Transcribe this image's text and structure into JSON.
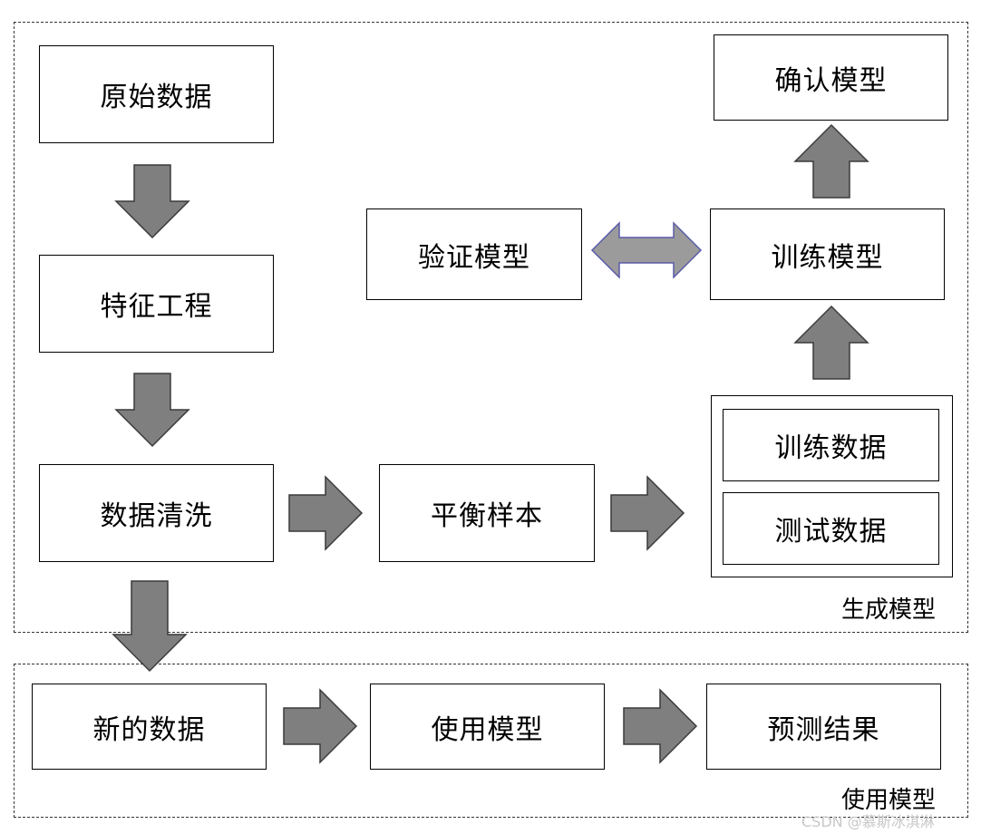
{
  "groups": {
    "generate": {
      "label": "生成模型"
    },
    "use": {
      "label": "使用模型"
    }
  },
  "boxes": {
    "raw_data": "原始数据",
    "feature_engineering": "特征工程",
    "data_cleaning": "数据清洗",
    "balance_samples": "平衡样本",
    "train_data": "训练数据",
    "test_data": "测试数据",
    "train_model": "训练模型",
    "validate_model": "验证模型",
    "confirm_model": "确认模型",
    "new_data": "新的数据",
    "use_model": "使用模型",
    "prediction_result": "预测结果"
  },
  "watermark": "CSDN @慕斯冰淇淋",
  "colors": {
    "arrow_fill": "#7f7f7f",
    "arrow_stroke": "#3a3a3a",
    "double_arrow_fill": "#9b9b9b",
    "double_arrow_stroke": "#5a5aa8"
  }
}
